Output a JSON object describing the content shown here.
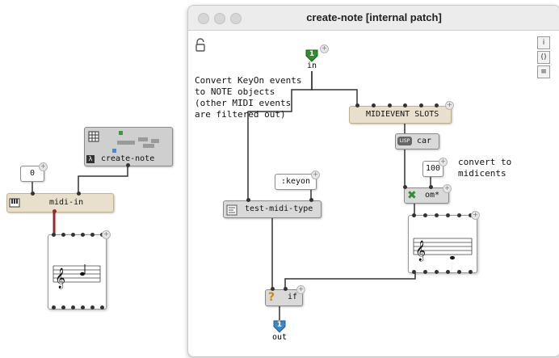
{
  "main_patch": {
    "midi_in_label": "midi-in",
    "value_zero": "0",
    "create_note_label": "create-note"
  },
  "window": {
    "title": "create-note  [internal patch]",
    "comment_keyon": "Convert KeyOn events\nto NOTE objects\n(other MIDI events\nare filtered out)",
    "comment_midicents": "convert to\nmidicents",
    "in_label": "in",
    "in_number": "1",
    "out_label": "out",
    "out_number": "1",
    "midievent_slots_label": "MIDIEVENT SLOTS",
    "car_label": "car",
    "car_badge": "LISP",
    "value_100": "100",
    "om_times_label": "om*",
    "keyon_value": ":keyon",
    "test_midi_type_label": "test-midi-type",
    "if_label": "if",
    "side_buttons": [
      "i",
      "()",
      "≡"
    ]
  },
  "colors": {
    "midi_in_bg": "#e8e0cc",
    "red_link": "#9b2a2a",
    "box_grey": "#d9d9d9"
  }
}
